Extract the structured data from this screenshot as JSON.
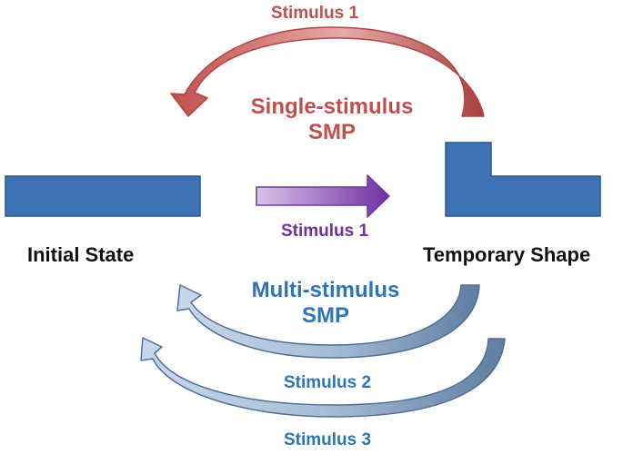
{
  "states": {
    "initial": "Initial State",
    "temporary": "Temporary Shape"
  },
  "single": {
    "stimulus_label": "Stimulus 1",
    "title_line1": "Single-stimulus",
    "title_line2": "SMP",
    "color": "#c0504d"
  },
  "forward": {
    "stimulus_label": "Stimulus 1",
    "color": "#7030a0"
  },
  "multi": {
    "title_line1": "Multi-stimulus",
    "title_line2": "SMP",
    "stimulus2_label": "Stimulus 2",
    "stimulus3_label": "Stimulus 3",
    "color": "#2e75b6"
  },
  "colors": {
    "shape_fill": "#3d73b5",
    "shape_stroke": "#2a5590",
    "state_text": "#111111"
  }
}
